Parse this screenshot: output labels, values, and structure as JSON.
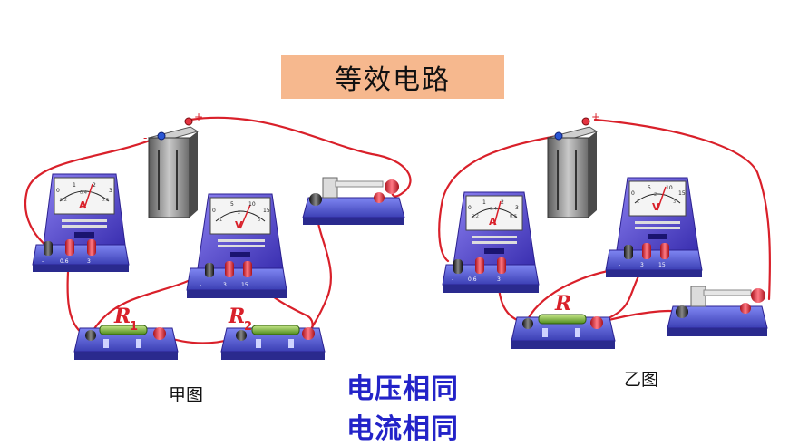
{
  "title": "等效电路",
  "captions": {
    "left": "甲图",
    "right": "乙图"
  },
  "conclusion": {
    "line1": "电压相同",
    "line2": "电流相同"
  },
  "labels": {
    "ammeter_symbol": "A",
    "voltmeter_symbol": "V",
    "r1_letter": "R",
    "r1_sub": "1",
    "r2_letter": "R",
    "r2_sub": "2",
    "r_single": "R",
    "battery_minus": "-",
    "battery_plus": "+",
    "ammeter_terminals": [
      "-",
      "0.6",
      "3"
    ],
    "voltmeter_terminals": [
      "-",
      "3",
      "15"
    ],
    "ammeter_scale": [
      "0",
      "1",
      "2",
      "3"
    ],
    "ammeter_scale_inner": [
      "0.2",
      "0.4",
      "0.6"
    ],
    "voltmeter_scale": [
      "0",
      "5",
      "10",
      "15"
    ],
    "voltmeter_scale_inner": [
      "1",
      "2",
      "3"
    ]
  },
  "colors": {
    "wire": "#d9202a",
    "title_bg": "#f6b88e",
    "meter_body": "#5b4fd6",
    "conclusion_text": "#2323c8"
  }
}
